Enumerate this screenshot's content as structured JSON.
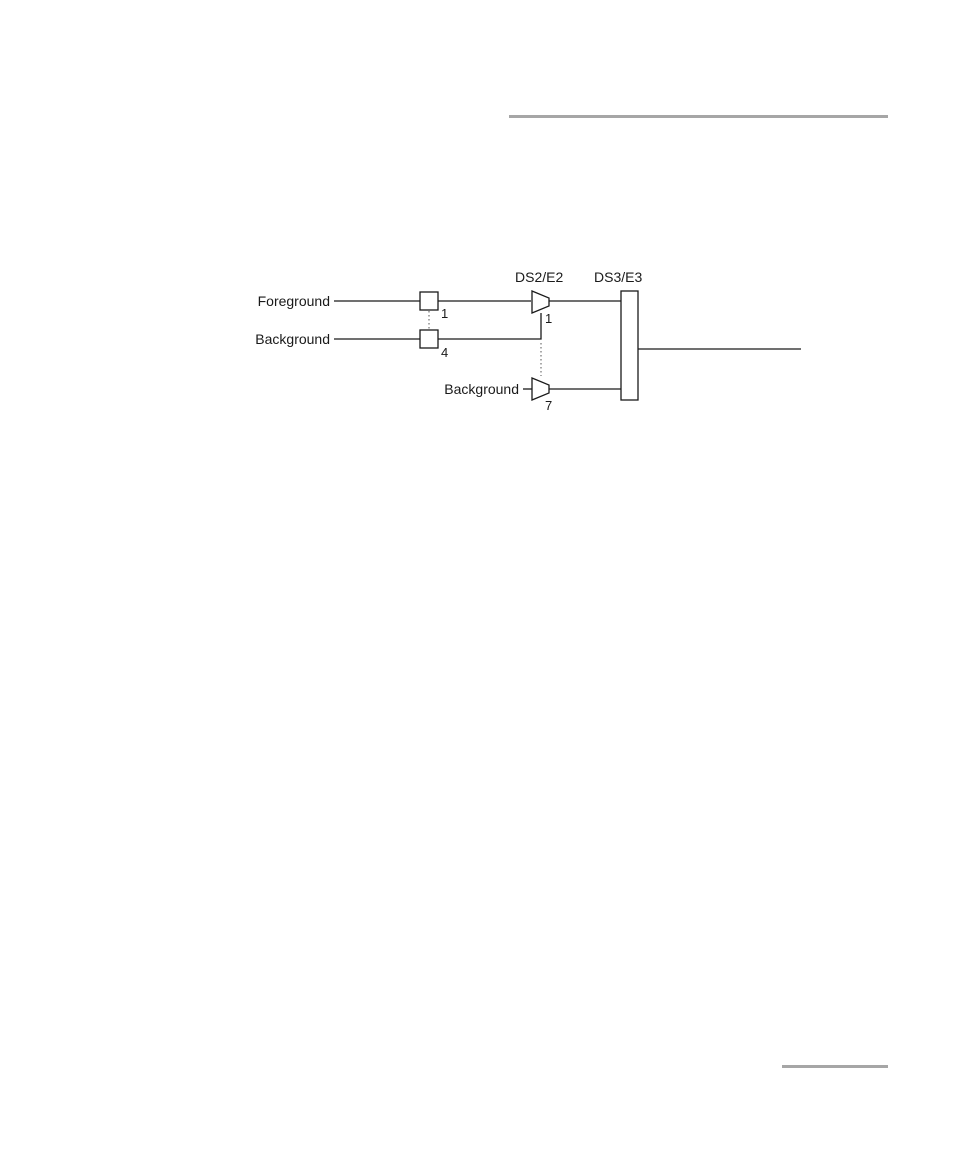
{
  "page": {
    "header_rule_color": "#a6a6a6",
    "footer_rule_color": "#a6a6a6"
  },
  "diagram": {
    "column_labels": {
      "ds2_e2": "DS2/E2",
      "ds3_e3": "DS3/E3"
    },
    "inputs": {
      "foreground": "Foreground",
      "background_low": "Background",
      "background_mux": "Background"
    },
    "channel_numbers": {
      "box_top": "1",
      "box_bottom": "4",
      "mux_top": "1",
      "mux_bottom": "7"
    }
  }
}
